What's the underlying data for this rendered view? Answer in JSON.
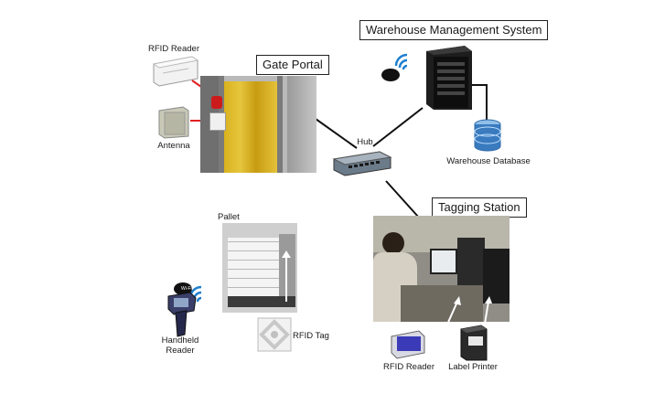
{
  "labels": {
    "wms": "Warehouse Management System",
    "gate_portal": "Gate Portal",
    "tagging_station": "Tagging Station",
    "rfid_reader_top": "RFID Reader",
    "antenna": "Antenna",
    "hub": "Hub",
    "warehouse_database": "Warehouse Database",
    "pallet": "Pallet",
    "rfid_tag": "RFID Tag",
    "handheld_reader": "Handheld\nReader",
    "rfid_reader_bottom": "RFID Reader",
    "label_printer": "Label Printer",
    "wifi_badge_1": "Wi-Fi",
    "wifi_badge_2": "Wi-Fi"
  },
  "colors": {
    "wire": "#111111",
    "arrow_red": "#e02020",
    "wifi_blue": "#1f7fcf",
    "curtain_yellow": "#d9b21e",
    "database_blue": "#3a7bbf"
  },
  "icons": [
    "wifi-icon",
    "server-icon",
    "database-icon",
    "network-hub-icon",
    "rfid-reader-icon",
    "antenna-icon",
    "handheld-reader-icon",
    "rfid-tag-icon",
    "label-printer-icon"
  ]
}
